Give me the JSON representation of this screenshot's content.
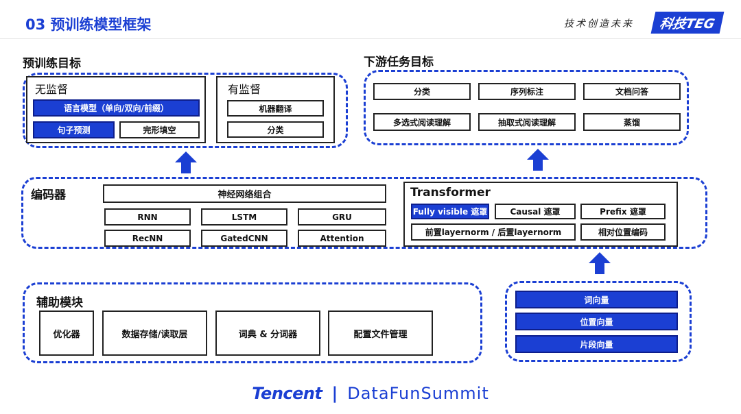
{
  "header": {
    "title": "03 预训练模型框架",
    "slogan": "技术创造未来",
    "badge": "科技TEG"
  },
  "pretrain": {
    "section_title": "预训练目标",
    "unsupervised": {
      "label": "无监督",
      "lm": "语言模型（单向/双向/前缀）",
      "sent_pred": "句子预测",
      "cloze": "完形填空"
    },
    "supervised": {
      "label": "有监督",
      "mt": "机器翻译",
      "cls": "分类"
    }
  },
  "downstream": {
    "section_title": "下游任务目标",
    "items": [
      "分类",
      "序列标注",
      "文档问答",
      "多选式阅读理解",
      "抽取式阅读理解",
      "蒸馏"
    ]
  },
  "encoder": {
    "section_title": "编码器",
    "nn_title": "神经网络组合",
    "nn_items": [
      "RNN",
      "LSTM",
      "GRU",
      "RecNN",
      "GatedCNN",
      "Attention"
    ],
    "transformer": {
      "title": "Transformer",
      "fully": "Fully visible 遮罩",
      "causal": "Causal 遮罩",
      "prefix": "Prefix 遮罩",
      "layernorm": "前置layernorm / 后置layernorm",
      "relpos": "相对位置编码"
    }
  },
  "aux": {
    "section_title": "辅助模块",
    "items": [
      "优化器",
      "数据存储/读取层",
      "词典 & 分词器",
      "配置文件管理"
    ]
  },
  "embedding": {
    "items": [
      "词向量",
      "位置向量",
      "片段向量"
    ]
  },
  "footer": {
    "brand": "Tencent",
    "divider": "|",
    "event": "DataFunSummit"
  },
  "colors": {
    "accent": "#1b3fd3",
    "border": "#222222"
  }
}
